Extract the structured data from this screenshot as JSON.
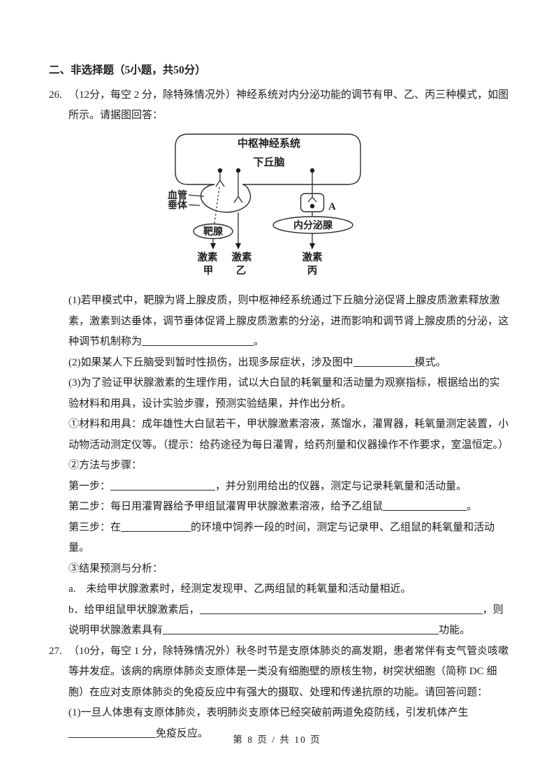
{
  "page": {
    "footer": "第 8 页 / 共 10 页"
  },
  "section_header": "二、非选择题（5小题，共50分）",
  "q26": {
    "number": "26.",
    "intro": "（12分，每空 2 分，除特殊情况外）神经系统对内分泌功能的调节有甲、乙、丙三种模式，如图所示。请据图回答：",
    "diagram": {
      "cns": "中枢神经系统",
      "hypothalamus": "下丘脑",
      "blood_vessel": "血管",
      "pituitary": "垂体",
      "target_gland": "靶腺",
      "endocrine_gland": "内分泌腺",
      "synapse_label": "A",
      "hormone_jia_line1": "激素",
      "hormone_jia_line2": "甲",
      "hormone_yi_line1": "激素",
      "hormone_yi_line2": "乙",
      "hormone_bing_line1": "激素",
      "hormone_bing_line2": "丙"
    },
    "part1_before": "(1)若甲模式中，靶腺为肾上腺皮质，则中枢神经系统通过下丘脑分泌促肾上腺皮质激素释放激素，激素到达垂体，调节垂体促肾上腺皮质激素的分泌，进而影响和调节肾上腺皮质的分泌，这种调节机制称为",
    "part1_after": "。",
    "part2_before": "(2)如果某人下丘脑受到暂时性损伤，出现多尿症状，涉及图中",
    "part2_after": "模式。",
    "part3": "(3)为了验证甲状腺激素的生理作用，试以大白鼠的耗氧量和活动量为观察指标，根据给出的实验材料和用具，设计实验步骤，预测实验结果，并作出分析。",
    "materials": "①材料和用具：成年雄性大白鼠若干，甲状腺激素溶液，蒸馏水，灌胃器，耗氧量测定装置，小动物活动测定仪等。（提示：给药途径为每日灌胃，给药剂量和仪器操作不作要求，室温恒定。）",
    "methods_title": "②方法与步骤：",
    "step1_before": "第一步：",
    "step1_after": "，并分别用给出的仪器，测定与记录耗氧量和活动量。",
    "step2_before": "第二步：每日用灌胃器给予甲组鼠灌胃甲状腺激素溶液，给予乙组鼠",
    "step2_after": "。",
    "step3_before": "第三步：在",
    "step3_after": "的环境中饲养一段的时间，测定与记录甲、乙组鼠的耗氧量和活动量。",
    "results_title": "③结果预测与分析：",
    "result_a": "a.　未给甲状腺激素时，经测定发现甲、乙两组鼠的耗氧量和活动量相近。",
    "result_b_before": "b．给甲组鼠甲状腺激素后，",
    "result_b_mid": "，则说明甲状腺激素具有",
    "result_b_after": "功能。"
  },
  "q27": {
    "number": "27.",
    "intro": "（10分，每空 1 分，除特殊情况外）秋冬时节是支原体肺炎的高发期，患者常伴有支气管炎咳嗽等并发症。该病的病原体肺炎支原体是一类没有细胞壁的原核生物，树突状细胞（简称 DC 细胞）在应对支原体肺炎的免疫反应中有强大的摄取、处理和传递抗原的功能。请回答问题：",
    "part1_before": "(1)一旦人体患有支原体肺炎，表明肺炎支原体已经突破前两道免疫防线，引发机体产生",
    "part1_after": "免疫反应。"
  }
}
